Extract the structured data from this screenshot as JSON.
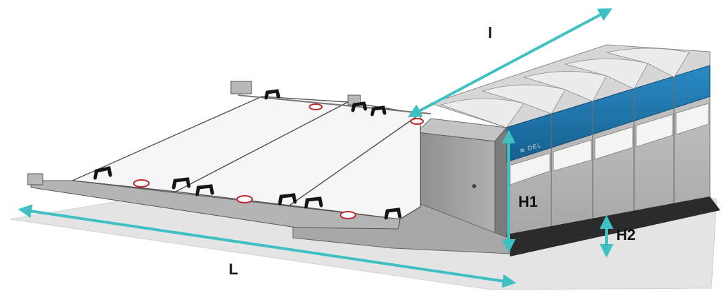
{
  "dimensions": {
    "length_label": "L",
    "width_label": "l",
    "height1_label": "H1",
    "height2_label": "H2"
  },
  "colors": {
    "arrow": "#3fc1c4",
    "blue_panel": "#1f78b0",
    "floor": "#e4e4e4",
    "metal": "#9a9a9a",
    "panel": "#f6f6f6"
  },
  "icons": {
    "brand_logo": "logo-icon",
    "handles": "handle-icon",
    "warning_stickers": "warning-sticker-icon"
  }
}
